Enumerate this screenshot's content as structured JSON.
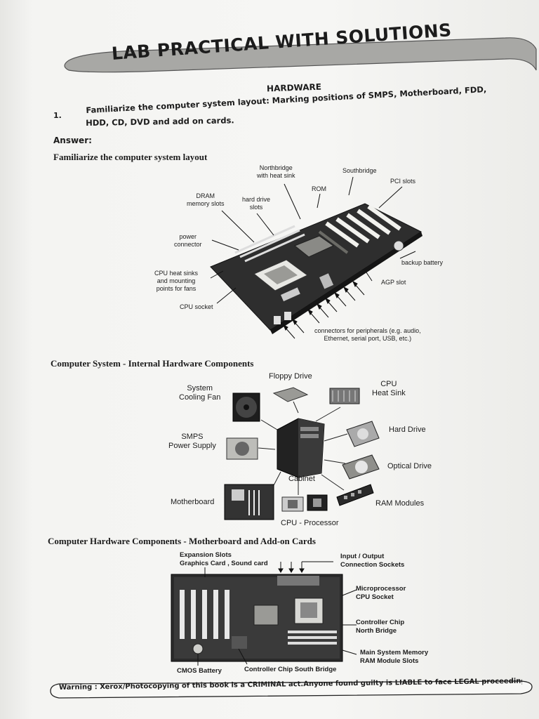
{
  "header": {
    "banner_title": "LAB PRACTICAL WITH SOLUTIONS",
    "section": "HARDWARE"
  },
  "question": {
    "number": "1.",
    "line1": "Familiarize the computer system layout: Marking positions of SMPS, Motherboard, FDD,",
    "line2": "HDD, CD, DVD and add on cards."
  },
  "answer_label": "Answer:",
  "fig1": {
    "heading": "Familiarize the computer system layout",
    "labels": {
      "northbridge": [
        "Northbridge",
        "with heat sink"
      ],
      "southbridge": "Southbridge",
      "rom": "ROM",
      "pci": "PCI slots",
      "dram": [
        "DRAM",
        "memory slots"
      ],
      "hdd_slots": [
        "hard drive",
        "slots"
      ],
      "power": [
        "power",
        "connector"
      ],
      "cpu_heat": [
        "CPU heat sinks",
        "and mounting",
        "points for fans"
      ],
      "cpu_socket": "CPU socket",
      "backup": "backup battery",
      "agp": "AGP slot",
      "connectors": [
        "connectors for peripherals (e.g. audio,",
        "Ethernet, serial port, USB, etc.)"
      ]
    }
  },
  "fig2": {
    "heading": "Computer System - Internal Hardware Components",
    "labels": {
      "floppy": "Floppy Drive",
      "cooling": [
        "System",
        "Cooling Fan"
      ],
      "cpu_sink": [
        "CPU",
        "Heat Sink"
      ],
      "smps": [
        "SMPS",
        "Power Supply"
      ],
      "hard_drive": "Hard Drive",
      "optical": "Optical Drive",
      "cabinet": "Cabinet",
      "motherboard": "Motherboard",
      "ram": "RAM Modules",
      "cpu": "CPU - Processor"
    }
  },
  "fig3": {
    "heading": "Computer Hardware Components - Motherboard and Add-on Cards",
    "labels": {
      "expansion": [
        "Expansion Slots",
        "Graphics Card  , Sound card"
      ],
      "io": [
        "Input / Output",
        "Connection Sockets"
      ],
      "micro": [
        "Microprocessor",
        "CPU  Socket"
      ],
      "north": [
        "Controller Chip",
        "North Bridge"
      ],
      "memory": [
        "Main System Memory",
        "RAM Module Slots"
      ],
      "cmos": "CMOS Battery",
      "south": "Controller Chip South Bridge"
    }
  },
  "footer": {
    "warning": "Warning : Xerox/Photocopying of this book is a CRIMINAL act.Anyone found guilty is LIABLE to face LEGAL proceedings."
  }
}
